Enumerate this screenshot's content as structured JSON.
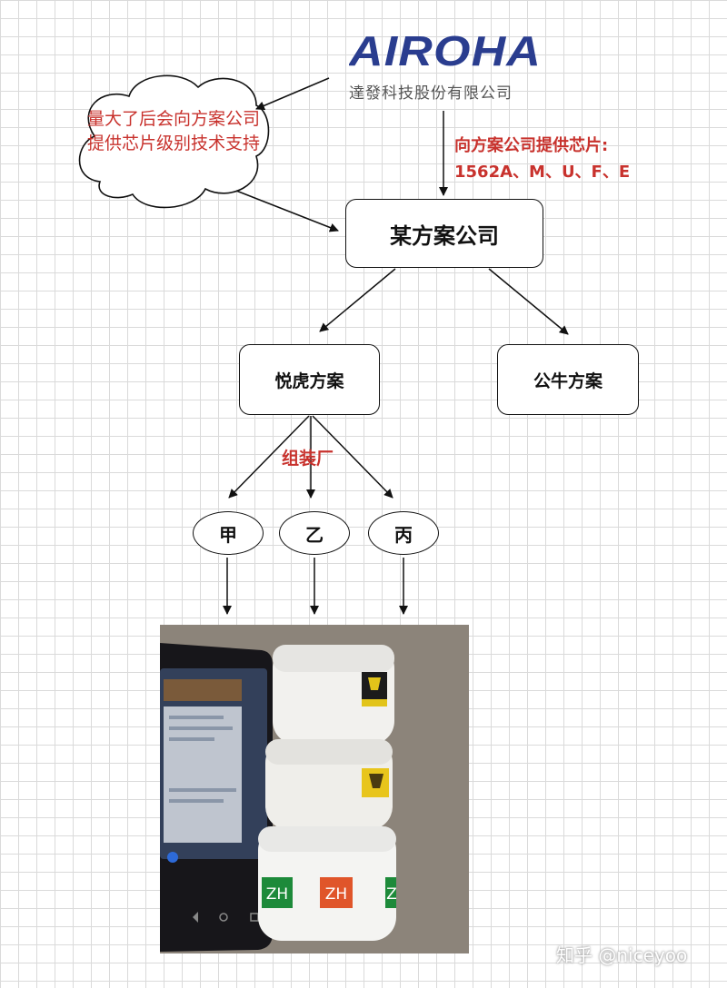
{
  "logo": {
    "wordmark": "AIROHA",
    "subtitle": "達發科技股份有限公司"
  },
  "cloud_note": "量大了后会向方案公司提供芯片级别技术支持",
  "red_note": {
    "line1": "向方案公司提供芯片:",
    "line2": "1562A、M、U、F、E"
  },
  "nodes": {
    "company": "某方案公司",
    "yuehu": "悦虎方案",
    "gongniu": "公牛方案",
    "factory_label": "组装厂",
    "jia": "甲",
    "yi": "乙",
    "bing": "丙"
  },
  "photo": {
    "labels": [
      "ZH",
      "ZH",
      "Z"
    ]
  },
  "watermark": "知乎 @niceyoo",
  "colors": {
    "accent_red": "#c8322d",
    "airoha_blue": "#2a3d8f"
  }
}
